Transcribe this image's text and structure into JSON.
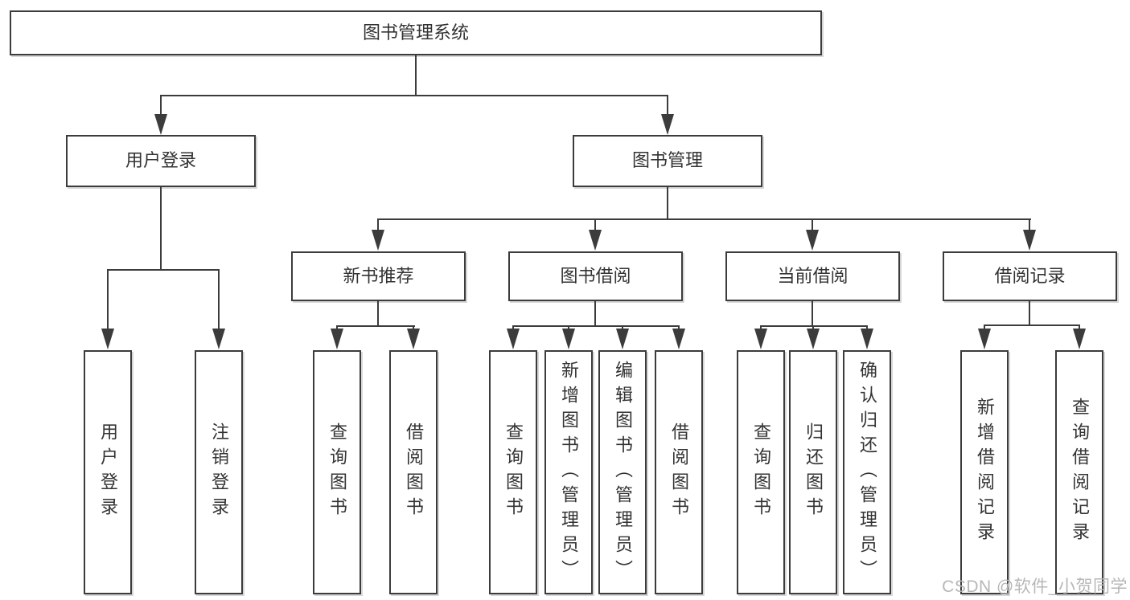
{
  "tree": {
    "root": {
      "label": "图书管理系统"
    },
    "children": [
      {
        "label": "用户登录",
        "children": [
          {
            "label": "用户登录"
          },
          {
            "label": "注销登录"
          }
        ]
      },
      {
        "label": "图书管理",
        "children": [
          {
            "label": "新书推荐",
            "children": [
              {
                "label": "查询图书"
              },
              {
                "label": "借阅图书"
              }
            ]
          },
          {
            "label": "图书借阅",
            "children": [
              {
                "label": "查询图书"
              },
              {
                "label": "新增图书（管理员）"
              },
              {
                "label": "编辑图书（管理员）"
              },
              {
                "label": "借阅图书"
              }
            ]
          },
          {
            "label": "当前借阅",
            "children": [
              {
                "label": "查询图书"
              },
              {
                "label": "归还图书"
              },
              {
                "label": "确认归还（管理员）"
              }
            ]
          },
          {
            "label": "借阅记录",
            "children": [
              {
                "label": "新增借阅记录"
              },
              {
                "label": "查询借阅记录"
              }
            ]
          }
        ]
      }
    ]
  },
  "watermark": "CSDN @软件_小贺同学",
  "colors": {
    "line": "#3c3c3c",
    "text": "#333333",
    "watermark": "#b7b7b7",
    "background": "#ffffff"
  }
}
